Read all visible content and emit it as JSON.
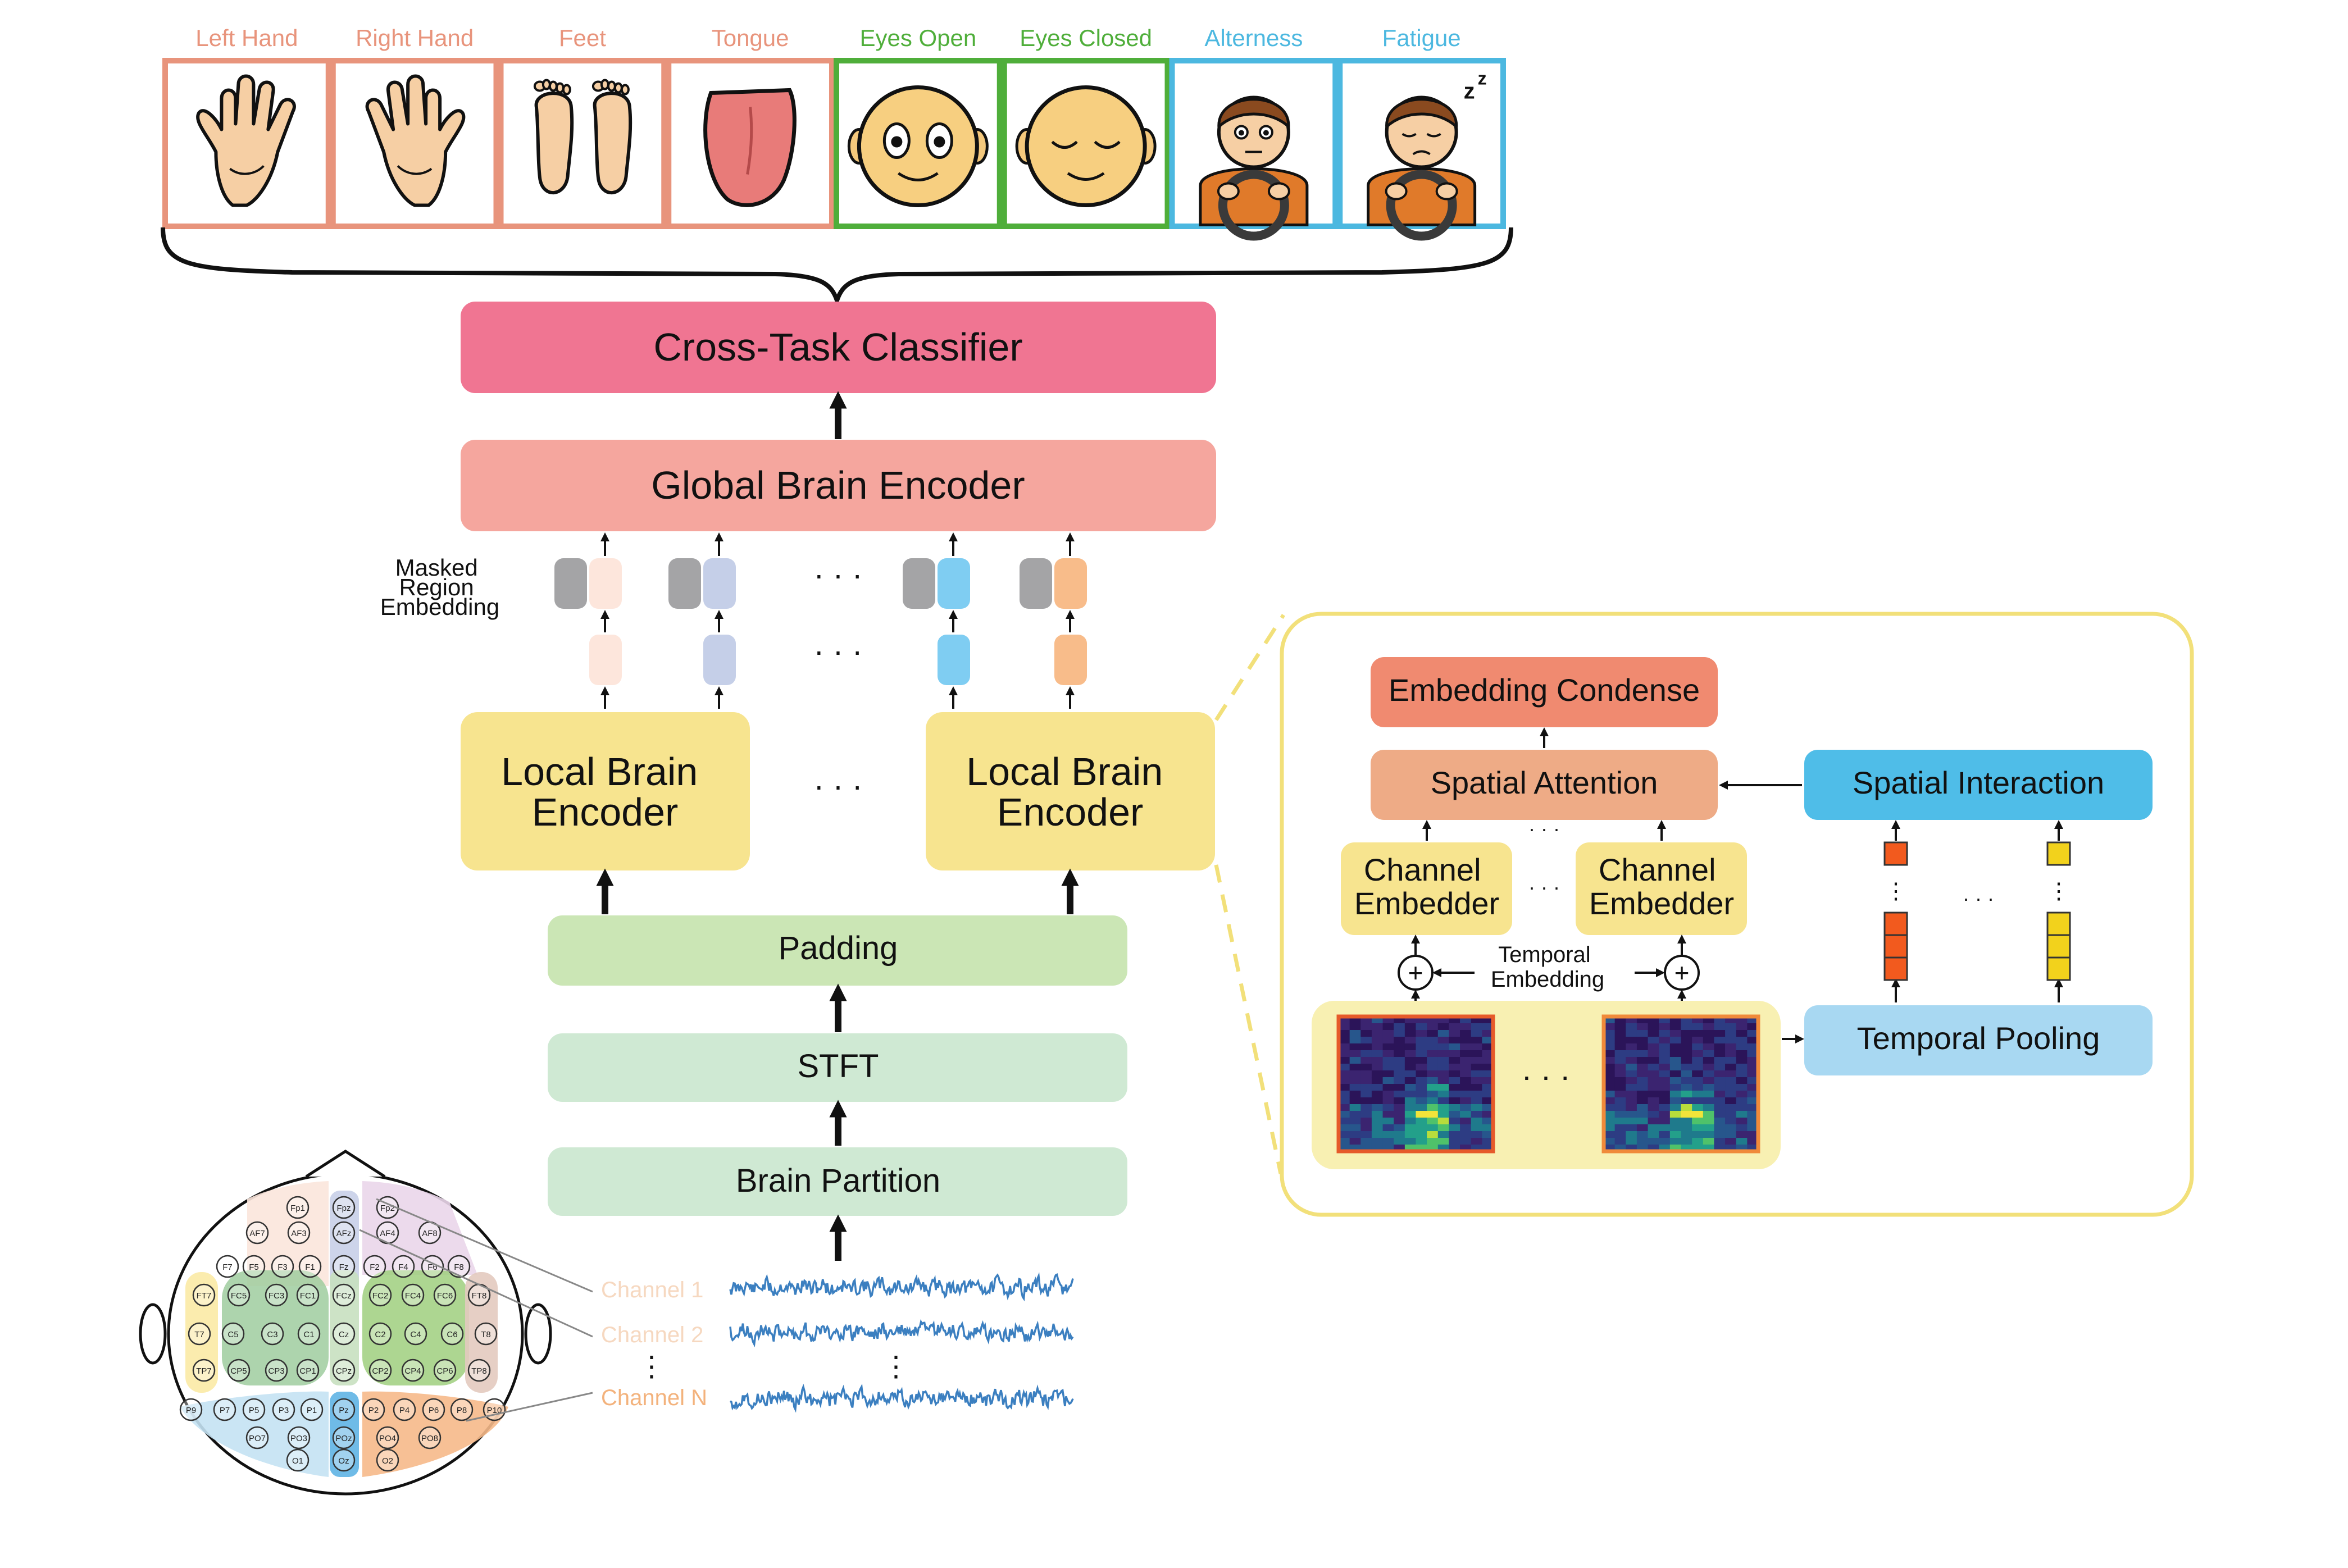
{
  "tasks": [
    {
      "label": "Left Hand",
      "color": "#e8947c",
      "icon": "hand-icon"
    },
    {
      "label": "Right Hand",
      "color": "#e8947c",
      "icon": "hand-icon"
    },
    {
      "label": "Feet",
      "color": "#e8947c",
      "icon": "feet-icon"
    },
    {
      "label": "Tongue",
      "color": "#e8947c",
      "icon": "tongue-icon"
    },
    {
      "label": "Eyes Open",
      "color": "#4fae3a",
      "icon": "eyes-open-face-icon"
    },
    {
      "label": "Eyes Closed",
      "color": "#4fae3a",
      "icon": "eyes-closed-face-icon"
    },
    {
      "label": "Alterness",
      "color": "#4cb8e0",
      "icon": "alert-driver-icon"
    },
    {
      "label": "Fatigue",
      "color": "#4cb8e0",
      "icon": "fatigued-driver-icon"
    }
  ],
  "main_pipeline": {
    "classifier": "Cross-Task Classifier",
    "global_encoder": "Global Brain Encoder",
    "masked_label_lines": [
      "Masked",
      "Region",
      "Embedding"
    ],
    "local_encoder_lines": [
      "Local Brain",
      "Encoder"
    ],
    "padding": "Padding",
    "stft": "STFT",
    "partition": "Brain Partition",
    "ellipsis": "· · ·"
  },
  "channels": [
    "Channel 1",
    "Channel 2",
    "Channel N"
  ],
  "electrodes": [
    {
      "label": "Fp1"
    },
    {
      "label": "Fpz"
    },
    {
      "label": "Fp2"
    },
    {
      "label": "AF7"
    },
    {
      "label": "AF3"
    },
    {
      "label": "AFz"
    },
    {
      "label": "AF4"
    },
    {
      "label": "AF8"
    },
    {
      "label": "F7"
    },
    {
      "label": "F5"
    },
    {
      "label": "F3"
    },
    {
      "label": "F1"
    },
    {
      "label": "Fz"
    },
    {
      "label": "F2"
    },
    {
      "label": "F4"
    },
    {
      "label": "F6"
    },
    {
      "label": "F8"
    },
    {
      "label": "FT7"
    },
    {
      "label": "FC5"
    },
    {
      "label": "FC3"
    },
    {
      "label": "FC1"
    },
    {
      "label": "FCz"
    },
    {
      "label": "FC2"
    },
    {
      "label": "FC4"
    },
    {
      "label": "FC6"
    },
    {
      "label": "FT8"
    },
    {
      "label": "T7"
    },
    {
      "label": "C5"
    },
    {
      "label": "C3"
    },
    {
      "label": "C1"
    },
    {
      "label": "Cz"
    },
    {
      "label": "C2"
    },
    {
      "label": "C4"
    },
    {
      "label": "C6"
    },
    {
      "label": "T8"
    },
    {
      "label": "TP7"
    },
    {
      "label": "CP5"
    },
    {
      "label": "CP3"
    },
    {
      "label": "CP1"
    },
    {
      "label": "CPz"
    },
    {
      "label": "CP2"
    },
    {
      "label": "CP4"
    },
    {
      "label": "CP6"
    },
    {
      "label": "TP8"
    },
    {
      "label": "P9"
    },
    {
      "label": "P7"
    },
    {
      "label": "P5"
    },
    {
      "label": "P3"
    },
    {
      "label": "P1"
    },
    {
      "label": "Pz"
    },
    {
      "label": "P2"
    },
    {
      "label": "P4"
    },
    {
      "label": "P6"
    },
    {
      "label": "P8"
    },
    {
      "label": "P10"
    },
    {
      "label": "PO7"
    },
    {
      "label": "PO3"
    },
    {
      "label": "POz"
    },
    {
      "label": "PO4"
    },
    {
      "label": "PO8"
    },
    {
      "label": "O1"
    },
    {
      "label": "Oz"
    },
    {
      "label": "O2"
    }
  ],
  "detail": {
    "embedding_condense": "Embedding Condense",
    "spatial_attention": "Spatial Attention",
    "spatial_interaction": "Spatial Interaction",
    "channel_embedder_lines": [
      "Channel",
      "Embedder"
    ],
    "temporal_embedding_lines": [
      "Temporal",
      "Embedding"
    ],
    "temporal_pooling": "Temporal Pooling",
    "plus": "+",
    "ellipsis": "· · ·",
    "vdots": "⋮"
  },
  "colors": {
    "classifier": "#f07592",
    "global_encoder": "#f5a69e",
    "local_encoder": "#f7e48f",
    "padding": "#cbe6b5",
    "stft": "#cfe9d3",
    "partition": "#cfe9d3",
    "detail_border": "#f2e07a",
    "embedding_condense": "#f08a70",
    "spatial_attention": "#eeab86",
    "spatial_interaction": "#4fbde8",
    "temporal_pooling": "#a8d8f2",
    "channel_embedder": "#f7e48f",
    "spectrogram_panel": "#f8f0b2",
    "signal": "#3b7fc0",
    "masked_gray": "#a4a4a6",
    "token_peach": "#fde6dc",
    "token_lavender": "#c5cfe8",
    "token_cyan": "#7fcdf2",
    "token_orange": "#f8bc8a",
    "channel_label": "#f6d8c0",
    "channel_label_n": "#f3b27c"
  }
}
